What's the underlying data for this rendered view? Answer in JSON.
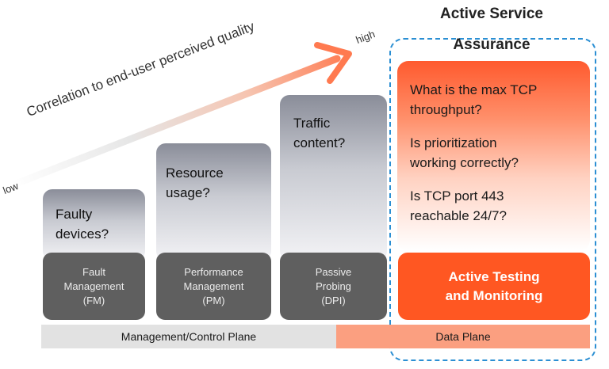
{
  "quality_axis": {
    "caption": "Correlation to end-user perceived quality",
    "low_label": "low",
    "high_label": "high",
    "arrow_color": "#ff7a50"
  },
  "columns": [
    {
      "question": [
        "Faulty",
        "devices?"
      ],
      "tool": [
        "Fault",
        "Management",
        "(FM)"
      ]
    },
    {
      "question": [
        "Resource",
        "usage?"
      ],
      "tool": [
        "Performance",
        "Management",
        "(PM)"
      ]
    },
    {
      "question": [
        "Traffic",
        "content?"
      ],
      "tool": [
        "Passive",
        "Probing",
        "(DPI)"
      ]
    }
  ],
  "active_service_assurance": {
    "title_line1": "Active Service",
    "title_line2": "Assurance",
    "questions": [
      [
        "What is the max TCP",
        "throughput?"
      ],
      [
        "Is prioritization",
        "working correctly?"
      ],
      [
        "Is TCP port 443",
        "reachable 24/7?"
      ]
    ],
    "tool": [
      "Active Testing",
      "and Monitoring"
    ],
    "accent_color": "#ff5722",
    "dashed_border_color": "#2b8fd3"
  },
  "planes": {
    "management": "Management/Control Plane",
    "data": "Data Plane"
  }
}
